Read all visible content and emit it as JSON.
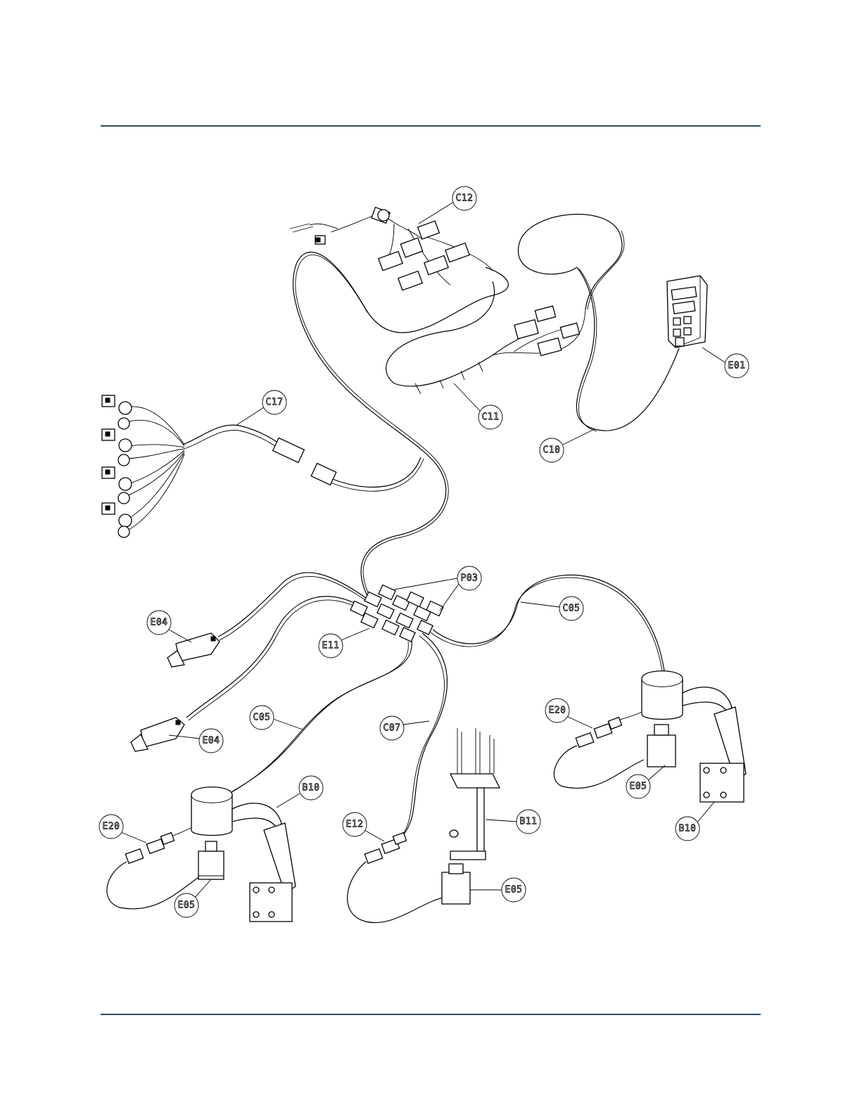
{
  "rules": {
    "color": "#2f4b63"
  },
  "callouts": [
    {
      "id": "c12",
      "label": "C12"
    },
    {
      "id": "e01",
      "label": "E01"
    },
    {
      "id": "c11",
      "label": "C11"
    },
    {
      "id": "c10",
      "label": "C10"
    },
    {
      "id": "c17",
      "label": "C17"
    },
    {
      "id": "p03",
      "label": "P03"
    },
    {
      "id": "c05a",
      "label": "C05"
    },
    {
      "id": "e04a",
      "label": "E04"
    },
    {
      "id": "e11",
      "label": "E11"
    },
    {
      "id": "c05b",
      "label": "C05"
    },
    {
      "id": "c07",
      "label": "C07"
    },
    {
      "id": "e04b",
      "label": "E04"
    },
    {
      "id": "e20a",
      "label": "E20"
    },
    {
      "id": "b10a",
      "label": "B10"
    },
    {
      "id": "e20b",
      "label": "E20"
    },
    {
      "id": "e05a",
      "label": "E05"
    },
    {
      "id": "b11",
      "label": "B11"
    },
    {
      "id": "e12",
      "label": "E12"
    },
    {
      "id": "e05b",
      "label": "E05"
    },
    {
      "id": "b10b",
      "label": "B10"
    },
    {
      "id": "e05c",
      "label": "E05"
    }
  ]
}
